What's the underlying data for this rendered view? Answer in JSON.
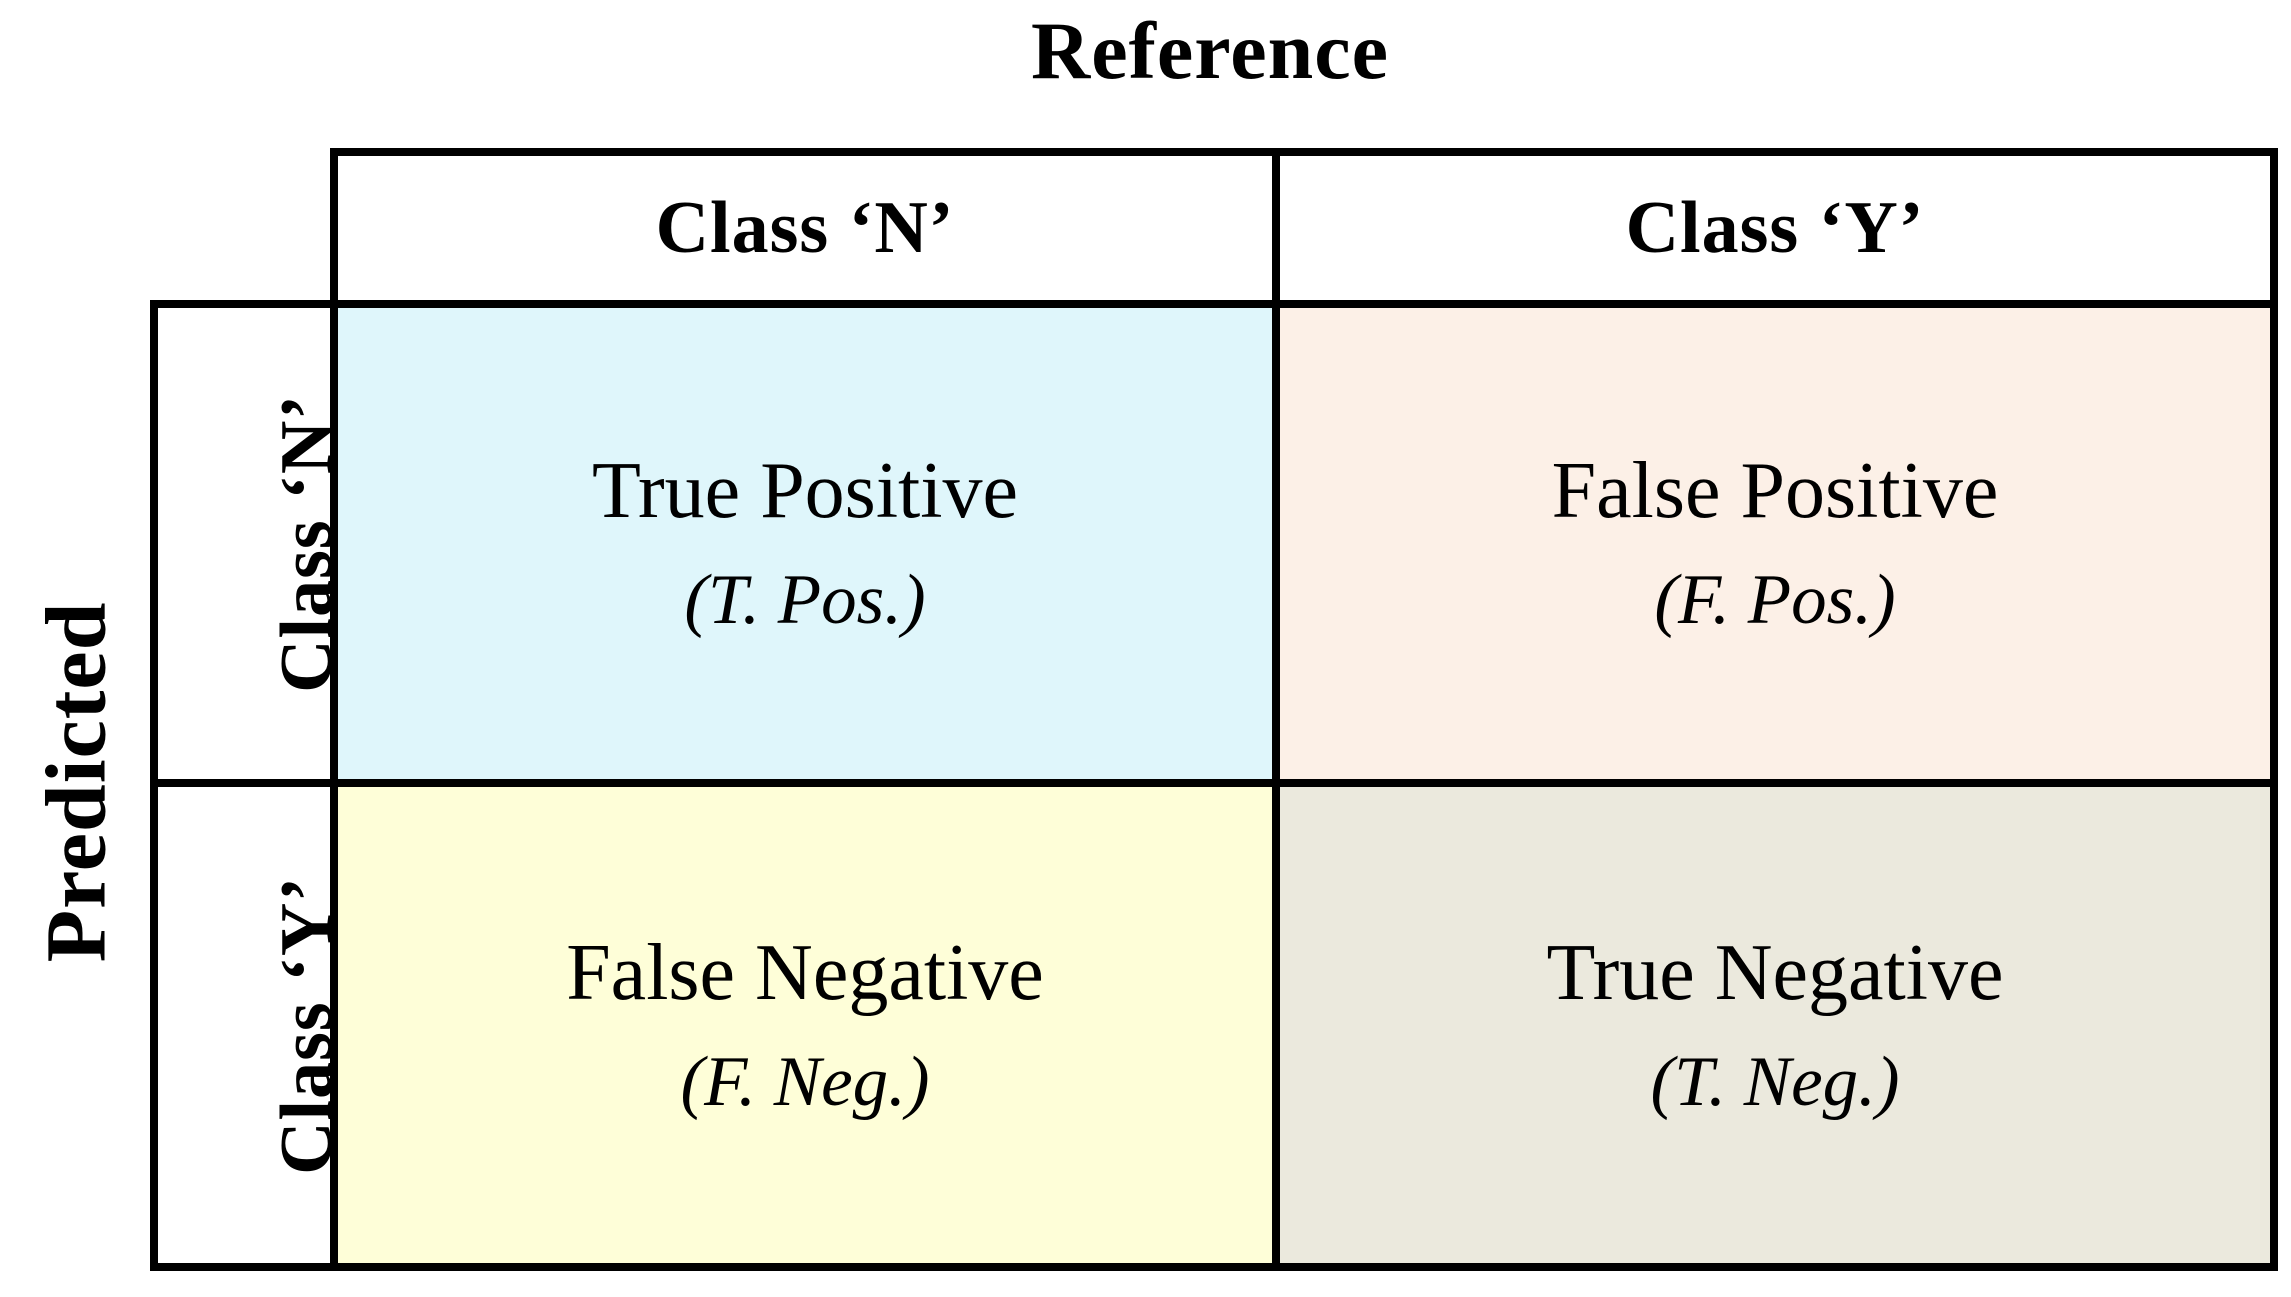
{
  "title": "Reference",
  "left_axis_label": "Predicted",
  "columns": [
    {
      "label": "Class ‘N’"
    },
    {
      "label": "Class ‘Y’"
    }
  ],
  "rows": [
    {
      "label": "Class ‘N’"
    },
    {
      "label": "Class ‘Y’"
    }
  ],
  "cells": {
    "true_positive": {
      "line1": "True Positive",
      "line2": "(T. Pos.)",
      "bg": "#DFF6FB"
    },
    "false_positive": {
      "line1": "False Positive",
      "line2": "(F. Pos.)",
      "bg": "#FCF0E7"
    },
    "false_negative": {
      "line1": "False Negative",
      "line2": "(F. Neg.)",
      "bg": "#FEFED8"
    },
    "true_negative": {
      "line1": "True Negative",
      "line2": "(T. Neg.)",
      "bg": "#EBE9DD"
    }
  },
  "colors": {
    "border": "#000000",
    "header_bg": "#FFFFFF",
    "text": "#000000"
  }
}
